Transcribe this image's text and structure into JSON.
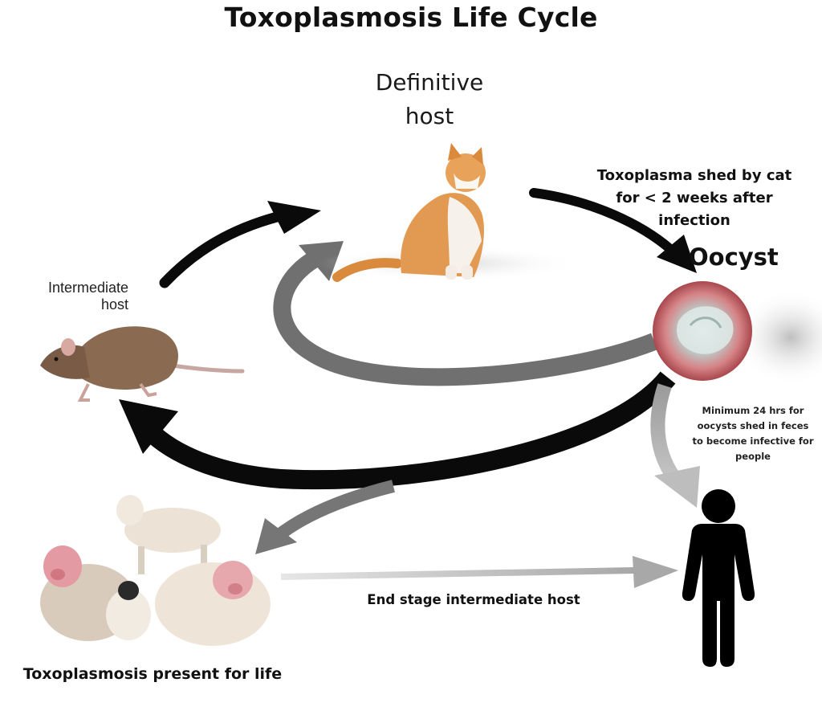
{
  "title": "Toxoplasmosis Life Cycle",
  "definitive_host": {
    "line1": "Definitive",
    "line2": "host"
  },
  "intermediate_host": {
    "line1": "Intermediate",
    "line2": "host"
  },
  "shed_note": {
    "line1": "Toxoplasma shed by cat",
    "line2": "for < 2 weeks after",
    "line3": "infection"
  },
  "oocyst_label": "Oocyst",
  "infective_note": {
    "line1": "Minimum 24 hrs for",
    "line2": "oocysts shed in feces",
    "line3": "to become infective for",
    "line4": "people"
  },
  "end_stage_label": "End stage intermediate host",
  "footer_note": "Toxoplasmosis present for life",
  "colors": {
    "arrow_black": "#0a0a0a",
    "arrow_dark_gray": "#6e6e6e",
    "arrow_light_gray": "#b4b4b4",
    "oocyst_red": "#c0565a",
    "human_silhouette": "#000000"
  },
  "icons": [
    "cat-image",
    "rat-image",
    "livestock-image",
    "oocyst-image",
    "human-silhouette-icon"
  ]
}
